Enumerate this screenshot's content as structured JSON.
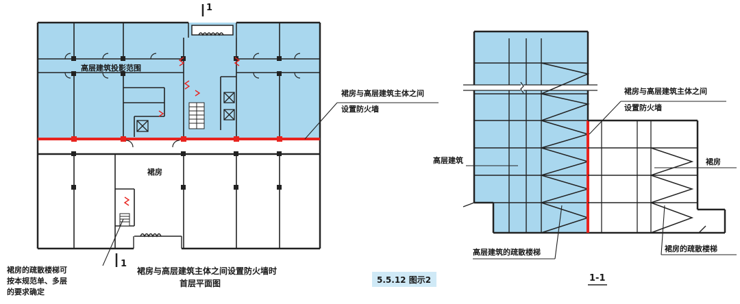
{
  "plan": {
    "highrise_label": "高层建筑投影范围",
    "podium_label": "裙房",
    "section_mark_top": "1",
    "section_mark_bottom": "1",
    "firewall_note_line1": "裙房与高层建筑主体之间",
    "firewall_note_line2": "设置防火墙",
    "stair_note_line1": "裙房的疏散楼梯可",
    "stair_note_line2": "按本规范单、多层",
    "stair_note_line3": "的要求确定",
    "caption_line1": "裙房与高层建筑主体之间设置防火墙时",
    "caption_line2": "首层平面图"
  },
  "figure_tag": "5.5.12 图示2",
  "section": {
    "firewall_note_line1": "裙房与高层建筑主体之间",
    "firewall_note_line2": "设置防火墙",
    "highrise_label": "高层建筑",
    "podium_label": "裙房",
    "highrise_stair_label": "高层建筑的疏散楼梯",
    "podium_stair_label": "裙房的疏散楼梯",
    "title": "1-1"
  },
  "colors": {
    "highrise_fill": "#a9d7ee",
    "firewall": "#e8231e",
    "line": "#222222",
    "tag_bg": "#cfe9f6"
  }
}
